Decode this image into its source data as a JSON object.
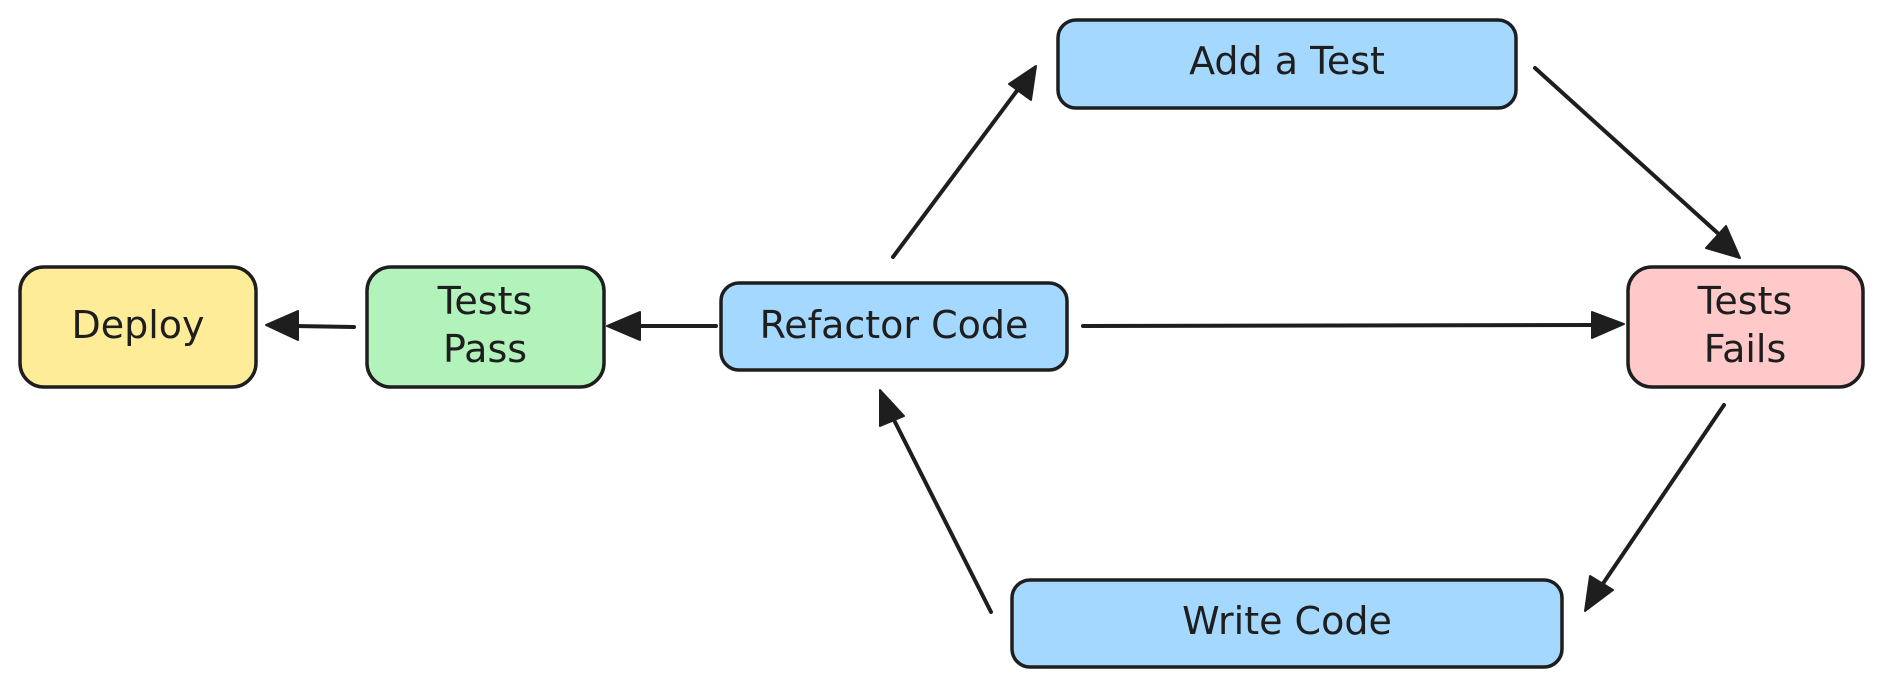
{
  "colors": {
    "blue": "#a5d8ff",
    "green": "#b2f2bb",
    "yellow": "#ffec99",
    "red": "#ffc9c9",
    "stroke": "#1e1e1e"
  },
  "nodes": {
    "deploy": {
      "lines": [
        "Deploy"
      ],
      "color": "yellow"
    },
    "tests_pass": {
      "lines": [
        "Tests",
        "Pass"
      ],
      "color": "green"
    },
    "refactor_code": {
      "lines": [
        "Refactor Code"
      ],
      "color": "blue"
    },
    "add_a_test": {
      "lines": [
        "Add a Test"
      ],
      "color": "blue"
    },
    "tests_fails": {
      "lines": [
        "Tests",
        "Fails"
      ],
      "color": "red"
    },
    "write_code": {
      "lines": [
        "Write Code"
      ],
      "color": "blue"
    }
  },
  "edges": [
    {
      "from": "refactor_code",
      "to": "add_a_test"
    },
    {
      "from": "add_a_test",
      "to": "tests_fails"
    },
    {
      "from": "refactor_code",
      "to": "tests_fails"
    },
    {
      "from": "tests_fails",
      "to": "write_code"
    },
    {
      "from": "write_code",
      "to": "refactor_code"
    },
    {
      "from": "refactor_code",
      "to": "tests_pass"
    },
    {
      "from": "tests_pass",
      "to": "deploy"
    }
  ]
}
